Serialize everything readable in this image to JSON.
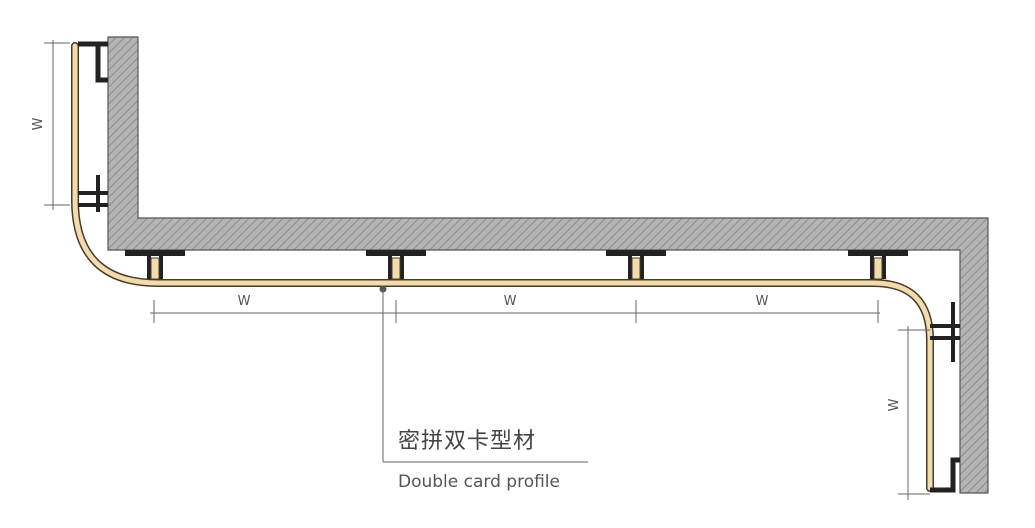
{
  "dimensions": {
    "left_vertical": "W",
    "span_1": "W",
    "span_2": "W",
    "span_3": "W",
    "right_vertical": "W"
  },
  "callout": {
    "label_cn": "密拼双卡型材",
    "label_en": "Double card profile"
  },
  "colors": {
    "wall_fill": "#b4b4b4",
    "wall_hatch": "#8c8c8c",
    "wall_outline": "#555555",
    "profile_fill": "#f2dcae",
    "profile_outline": "#4a3b28",
    "bracket": "#222222",
    "dimension_line": "#666666"
  }
}
